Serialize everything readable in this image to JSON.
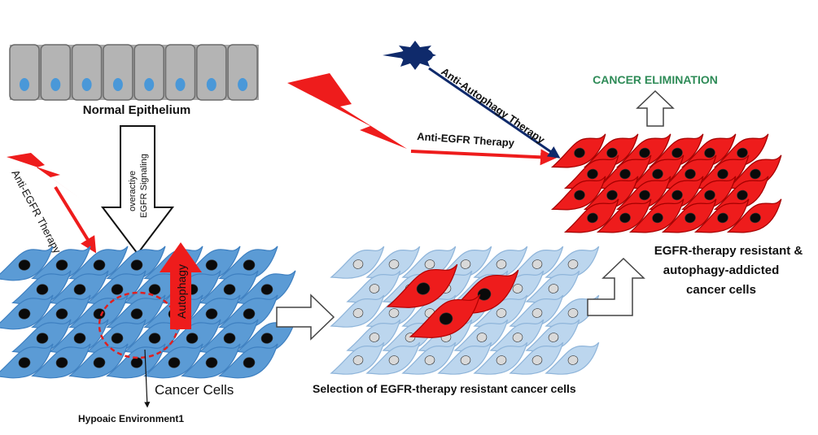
{
  "labels": {
    "normal_epithelium": "Normal Epithelium",
    "overactive_line1": "overactiye",
    "overactive_line2": "EGFR Signaling",
    "anti_egfr_left": "Anti-EGFR Therapy",
    "anti_egfr_top": "Anti-EGFR Therapy",
    "anti_autophagy": "Anti-Autophagy Therapy",
    "autophagy": "Autophagy",
    "cancer_cells": "Cancer Cells",
    "hypoxic": "Hypoaic Environment1",
    "selection": "Selection of EGFR-therapy resistant cancer cells",
    "cancer_elimination": "CANCER ELIMINATION",
    "resistant_line1": "EGFR-therapy resistant &",
    "resistant_line2": "autophagy-addicted",
    "resistant_line3": "cancer cells"
  },
  "colors": {
    "red": "#ee1c1c",
    "cell_blue": "#5b9bd5",
    "cell_blue_dark": "#3d7fc0",
    "cell_light": "#bcd6ee",
    "navy": "#0f2a6b",
    "green": "#2e8b57",
    "epithelium_gray": "#a9a9a9",
    "nucleus_blue": "#4a98d8"
  }
}
